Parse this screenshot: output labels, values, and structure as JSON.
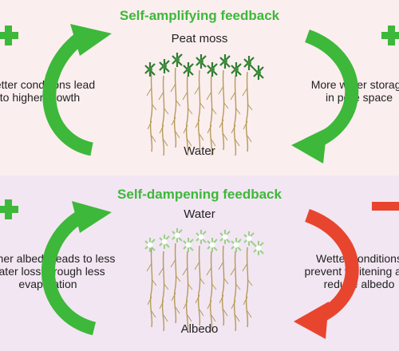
{
  "colors": {
    "green": "#3db83a",
    "red": "#e8452e",
    "top_bg": "#fbeeee",
    "bottom_bg": "#f2e6f2"
  },
  "top": {
    "title": "Self-amplifying feedback",
    "top_label": "Peat moss",
    "bottom_label": "Water",
    "left_text": [
      "Wetter conditions lead",
      "to higher growth"
    ],
    "right_text": [
      "More water storage",
      "in pore space"
    ],
    "left_sign": "plus",
    "right_sign": "plus"
  },
  "bottom": {
    "title": "Self-dampening feedback",
    "top_label": "Water",
    "bottom_label": "Albedo",
    "left_text": [
      "Higher albedo leads to less",
      "water loss through less",
      "evaporation"
    ],
    "right_text": [
      "Wetter conditions",
      "prevent whitening and",
      "reduce albedo"
    ],
    "left_sign": "plus",
    "right_sign": "minus"
  }
}
